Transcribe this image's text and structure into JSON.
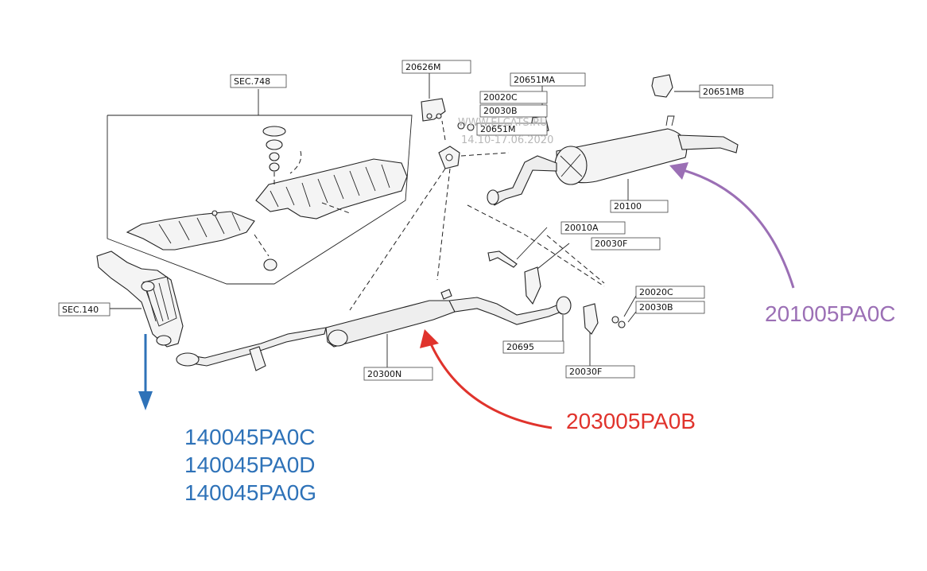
{
  "labels": {
    "sec748": "SEC.748",
    "sec140": "SEC.140",
    "p20626M": "20626M",
    "p20651MA": "20651MA",
    "p20651MB": "20651MB",
    "p20020C_a": "20020C",
    "p20030B_a": "20030B",
    "p20651M": "20651M",
    "p20100": "20100",
    "p20010A": "20010A",
    "p20030F_a": "20030F",
    "p20020C_b": "20020C",
    "p20030B_b": "20030B",
    "p20695": "20695",
    "p20030F_b": "20030F",
    "p20300N": "20300N"
  },
  "watermark": {
    "line1": "WWW.ELCATS.RU",
    "line2": "14.10-17.06.2020"
  },
  "callouts": {
    "muffler": {
      "text": "201005PA0C",
      "color": "#9b6fb5"
    },
    "center_pipe": {
      "text": "203005PA0B",
      "color": "#e0332c"
    },
    "manifold": {
      "lines": [
        "140045PA0C",
        "140045PA0D",
        "140045PA0G"
      ],
      "color": "#2e72b8"
    }
  }
}
